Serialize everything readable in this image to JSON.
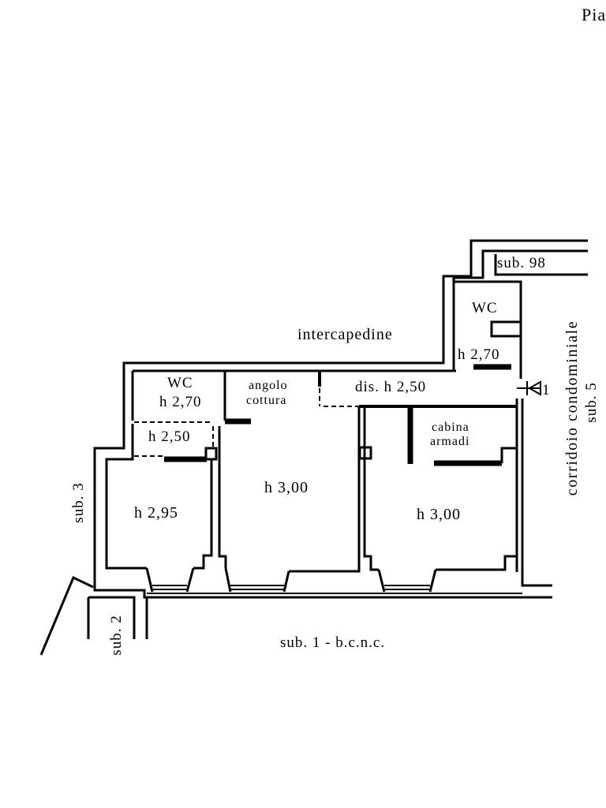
{
  "page_label": "Pia",
  "areas": {
    "sub_98": "sub. 98",
    "intercapedine": "intercapedine",
    "corridoio_condominiale": "corridoio condominiale",
    "sub_5": "sub. 5",
    "sub_3": "sub. 3",
    "sub_2": "sub. 2",
    "sub_1": "sub. 1 - b.c.n.c."
  },
  "rooms": {
    "wc_upper": {
      "name": "WC",
      "height": "h 2,70"
    },
    "wc_lower": {
      "name": "WC",
      "height": "h 2,70"
    },
    "angolo_cottura": {
      "name_line1": "angolo",
      "name_line2": "cottura",
      "height": "h 3,00"
    },
    "disimpegno": {
      "label": "dis. h 2,50"
    },
    "small_room": {
      "height": "h 2,50"
    },
    "room_left": {
      "height": "h 2,95"
    },
    "cabina_armadi": {
      "name_line1": "cabina",
      "name_line2": "armadi"
    },
    "room_right": {
      "height": "h 3,00"
    }
  },
  "entrance": {
    "marker": "1"
  },
  "colors": {
    "line": "#000000",
    "background": "#ffffff"
  }
}
